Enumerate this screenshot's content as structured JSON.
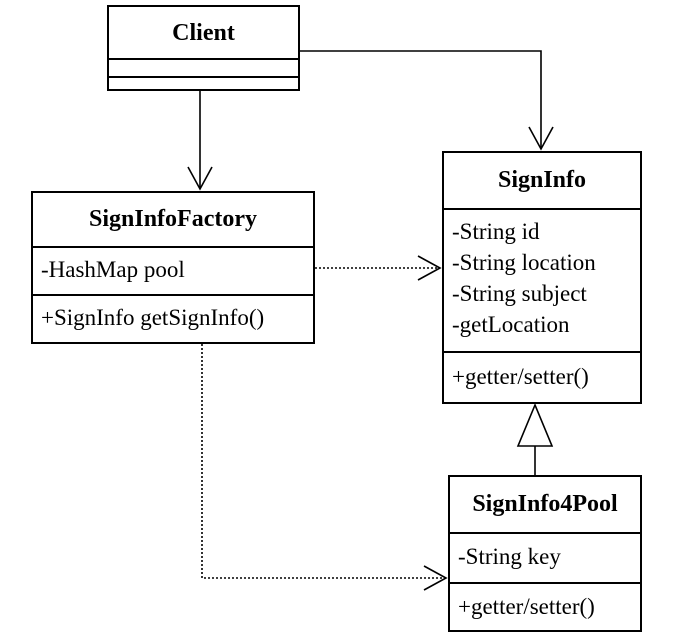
{
  "classes": {
    "client": {
      "name": "Client",
      "attributes": [],
      "operations": []
    },
    "factory": {
      "name": "SignInfoFactory",
      "attributes": [
        "-HashMap pool"
      ],
      "operations": [
        "+SignInfo getSignInfo()"
      ]
    },
    "signinfo": {
      "name": "SignInfo",
      "attributes": [
        "-String id",
        "-String location",
        "-String subject",
        "-getLocation"
      ],
      "operations": [
        "+getter/setter()"
      ]
    },
    "pool": {
      "name": "SignInfo4Pool",
      "attributes": [
        "-String key"
      ],
      "operations": [
        "+getter/setter()"
      ]
    }
  },
  "relationships": [
    {
      "from": "client",
      "to": "factory",
      "kind": "association",
      "line": "solid",
      "arrow": "open"
    },
    {
      "from": "client",
      "to": "signinfo",
      "kind": "association",
      "line": "solid",
      "arrow": "open"
    },
    {
      "from": "factory",
      "to": "signinfo",
      "kind": "dependency",
      "line": "dotted",
      "arrow": "open"
    },
    {
      "from": "factory",
      "to": "pool",
      "kind": "dependency",
      "line": "dotted",
      "arrow": "open"
    },
    {
      "from": "pool",
      "to": "signinfo",
      "kind": "generalization",
      "line": "solid",
      "arrow": "hollow-triangle"
    }
  ],
  "colors": {
    "stroke": "#000000",
    "background": "#ffffff"
  }
}
